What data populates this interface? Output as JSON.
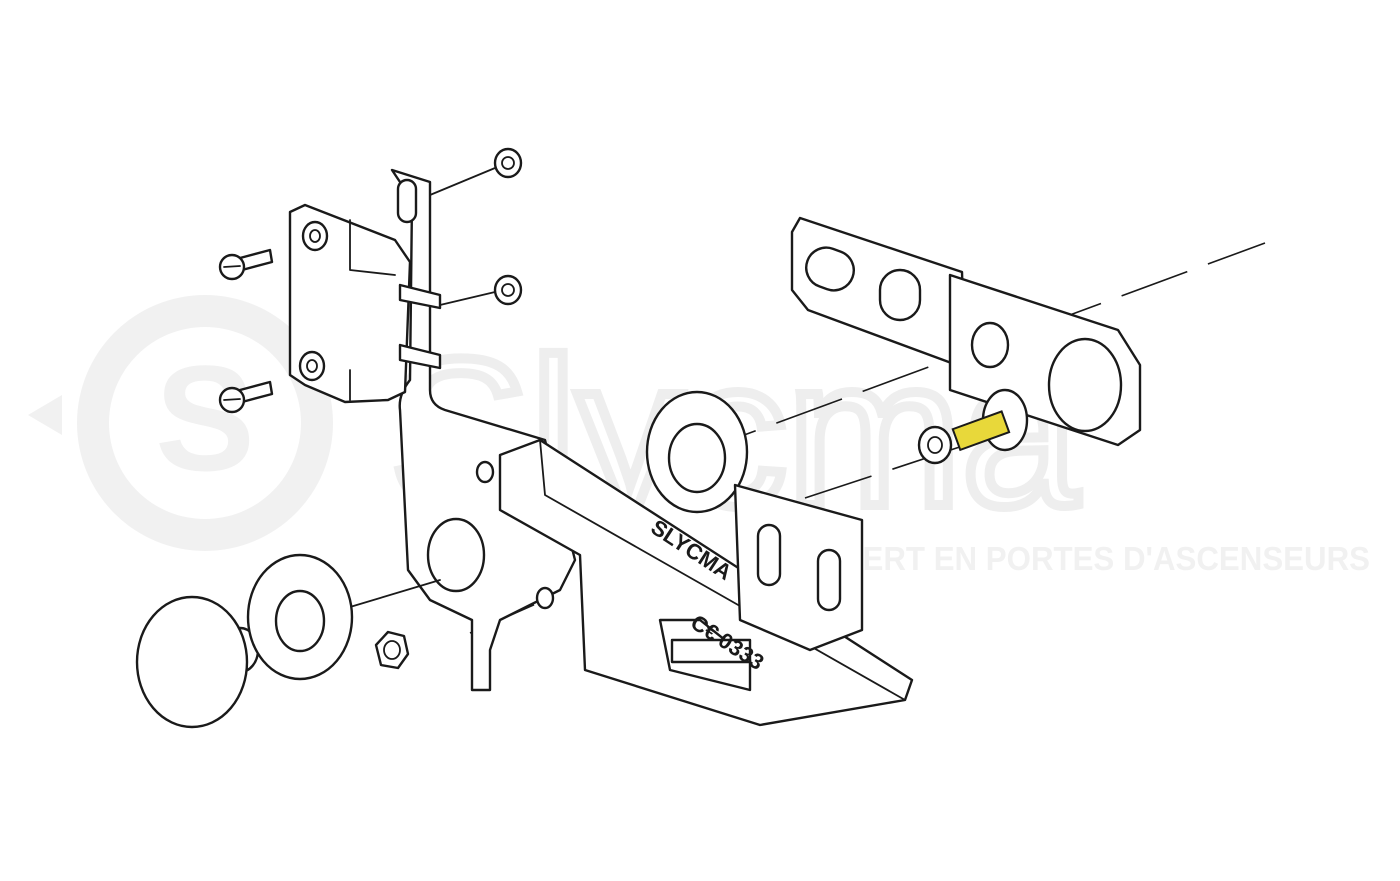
{
  "watermark": {
    "brand": "Slycma",
    "tagline": "EXPERT EN PORTES D'ASCENSEURS"
  },
  "diagram": {
    "part_marking": {
      "brand": "SLYCMA",
      "ce_mark": "C€",
      "notified_body": "0333"
    },
    "highlight_color": "#e8d83a"
  }
}
